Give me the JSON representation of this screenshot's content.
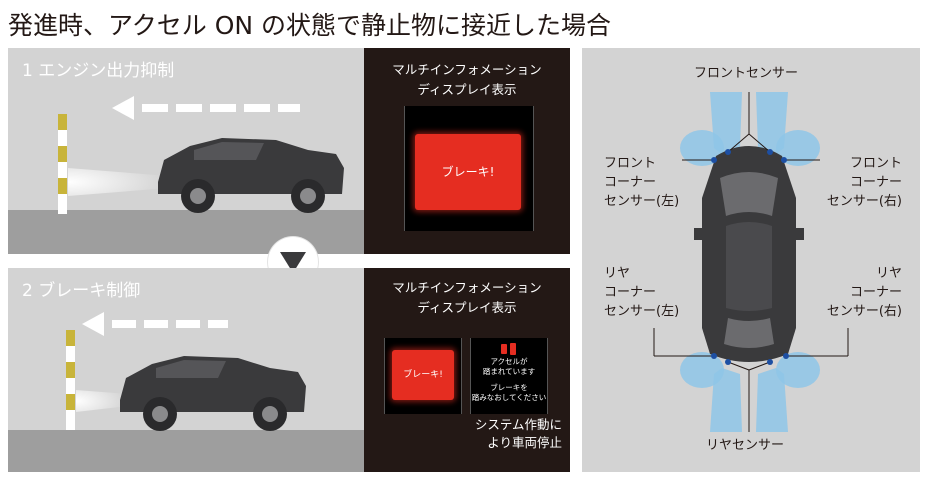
{
  "title": "発進時、アクセル ON の状態で静止物に接近した場合",
  "step1": {
    "label": "1 エンジン出力抑制"
  },
  "step2": {
    "label": "2 ブレーキ制御"
  },
  "display1": {
    "title_line1": "マルチインフォメーション",
    "title_line2": "ディスプレイ表示",
    "brake_text": "ブレーキ!"
  },
  "display2": {
    "title_line1": "マルチインフォメーション",
    "title_line2": "ディスプレイ表示",
    "brake_text": "ブレーキ!",
    "msg_line1": "アクセルが",
    "msg_line2": "踏まれています",
    "msg_line3": "ブレーキを",
    "msg_line4": "踏みなおしてください",
    "stop_line1": "システム作動に",
    "stop_line2": "より車両停止"
  },
  "sensors": {
    "front": "フロントセンサー",
    "front_corner_left": [
      "フロント",
      "コーナー",
      "センサー(左)"
    ],
    "front_corner_right": [
      "フロント",
      "コーナー",
      "センサー(右)"
    ],
    "rear_corner_left": [
      "リヤ",
      "コーナー",
      "センサー(左)"
    ],
    "rear_corner_right": [
      "リヤ",
      "コーナー",
      "センサー(右)"
    ],
    "rear": "リヤセンサー"
  },
  "colors": {
    "brake_red": "#e52d21",
    "panel_gray": "#d3d3d3",
    "road_gray": "#9e9e9e",
    "dark_bg": "#231815",
    "sensor_blue": "#8ec5e8",
    "sensor_dot": "#1d4fa3",
    "pole_yellow": "#c8b43a"
  }
}
